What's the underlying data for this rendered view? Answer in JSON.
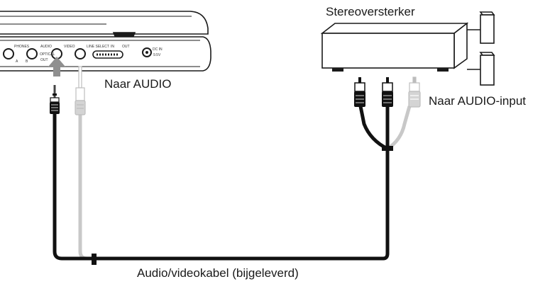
{
  "labels": {
    "amplifier": "Stereoversterker",
    "to_audio": "Naar AUDIO",
    "to_audio_input": "Naar AUDIO-input",
    "cable": "Audio/videokabel (bijgeleverd)"
  },
  "panel": {
    "phones": "PHONES",
    "phones_a": "A",
    "phones_b": "B",
    "audio": "AUDIO",
    "optical": "OPTICAL",
    "out": "OUT",
    "video": "VIDEO",
    "line_select": "LINE SELECT",
    "in": "IN",
    "out2": "OUT",
    "dc_in": "DC IN",
    "voltage": "9.5V"
  },
  "colors": {
    "ink": "#1a1a1a",
    "cable_black": "#111111",
    "cable_gray": "#c8c8c8",
    "arrow": "#8f8f8f"
  }
}
